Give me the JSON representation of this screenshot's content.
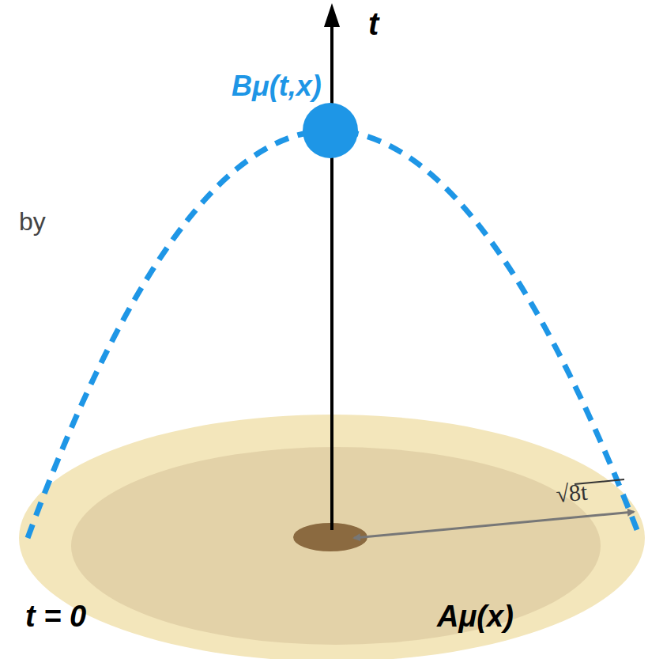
{
  "diagram": {
    "labels": [
      "t",
      "Bμ(t,x)",
      "√8t",
      "t = 0",
      "Aμ(x)",
      "by"
    ]
  }
}
